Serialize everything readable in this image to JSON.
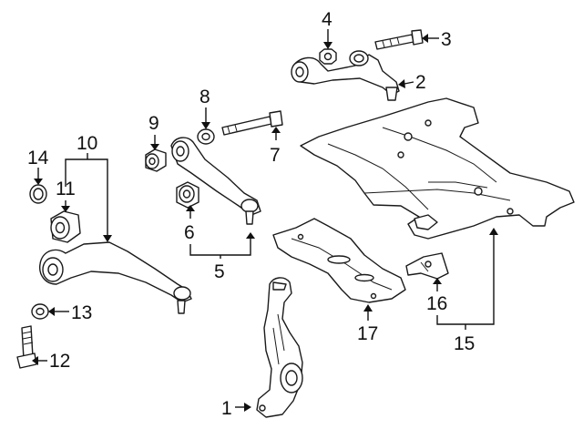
{
  "diagram": {
    "callouts": [
      {
        "id": "1",
        "text": "1"
      },
      {
        "id": "2",
        "text": "2"
      },
      {
        "id": "3",
        "text": "3"
      },
      {
        "id": "4",
        "text": "4"
      },
      {
        "id": "5",
        "text": "5"
      },
      {
        "id": "6",
        "text": "6"
      },
      {
        "id": "7",
        "text": "7"
      },
      {
        "id": "8",
        "text": "8"
      },
      {
        "id": "9",
        "text": "9"
      },
      {
        "id": "10",
        "text": "10"
      },
      {
        "id": "11",
        "text": "11"
      },
      {
        "id": "12",
        "text": "12"
      },
      {
        "id": "13",
        "text": "13"
      },
      {
        "id": "14",
        "text": "14"
      },
      {
        "id": "15",
        "text": "15"
      },
      {
        "id": "16",
        "text": "16"
      },
      {
        "id": "17",
        "text": "17"
      }
    ],
    "colors": {
      "line": "#1a1a1a",
      "background": "#ffffff"
    }
  }
}
